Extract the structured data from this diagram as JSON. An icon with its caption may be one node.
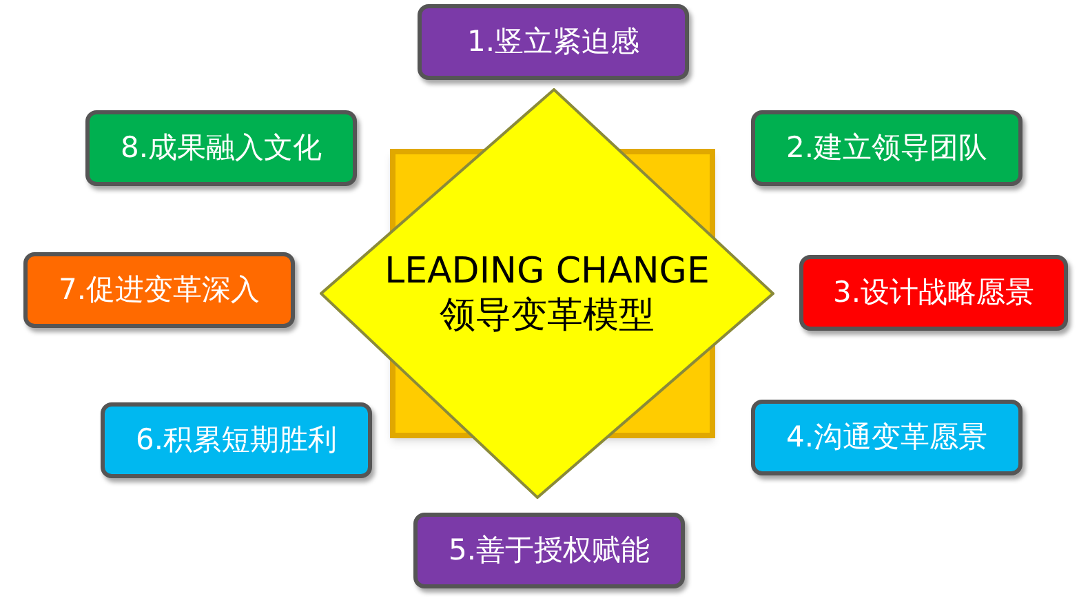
{
  "diagram": {
    "nodes": [
      {
        "text": [
          "LEADING CHANGE",
          "领导变革模型"
        ]
      },
      {
        "text": [
          "1.竖立紧迫感"
        ]
      },
      {
        "text": [
          "2.建立领导团队"
        ]
      },
      {
        "text": [
          "3.设计战略愿景"
        ]
      },
      {
        "text": [
          "4.沟通变革愿景"
        ]
      },
      {
        "text": [
          "5.善于授权赋能"
        ]
      },
      {
        "text": [
          "6.积累短期胜利"
        ]
      },
      {
        "text": [
          "7.促进变革深入"
        ]
      },
      {
        "text": [
          "8.成果融入文化"
        ]
      }
    ]
  }
}
